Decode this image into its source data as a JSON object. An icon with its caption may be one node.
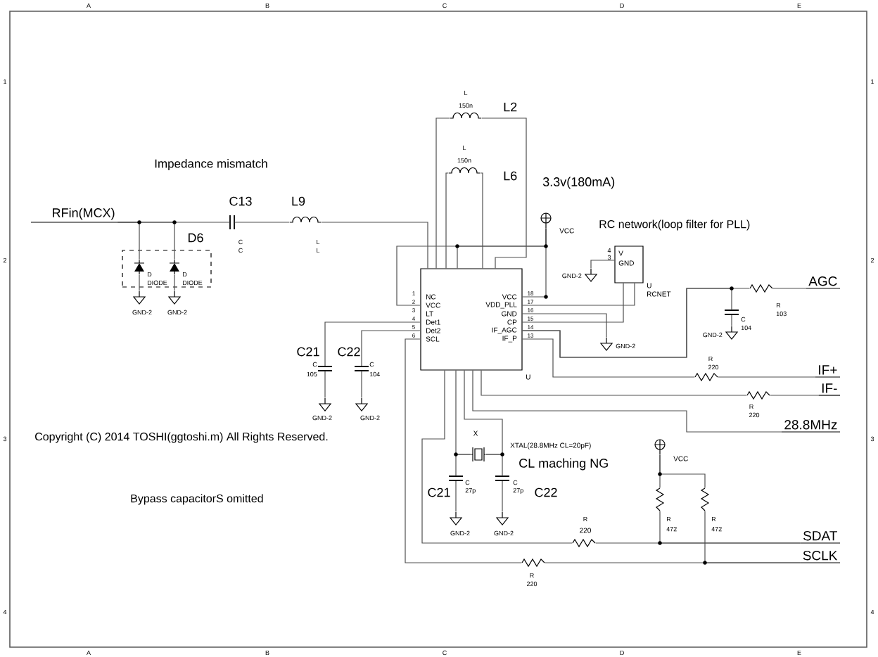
{
  "diagram": {
    "nodes": [
      {
        "text": [
          "RFin(MCX)"
        ]
      },
      {
        "text": [
          "D6"
        ]
      },
      {
        "text": [
          "D",
          "DIODE"
        ],
        "in": 1
      },
      {
        "text": [
          "D",
          "DIODE"
        ],
        "in": 1
      },
      {
        "text": [
          "C13",
          "C",
          "C"
        ]
      },
      {
        "text": [
          "L9",
          "L",
          "L"
        ]
      },
      {
        "text": [
          "NC",
          "VCC",
          "LT",
          "Det1",
          "Det2",
          "SCL",
          "VCC",
          "VDD_PLL",
          "GND",
          "CP",
          "IF_AGC",
          "IF_P",
          "U"
        ]
      },
      {
        "text": [
          "L",
          "150n",
          "L2"
        ]
      },
      {
        "text": [
          "L",
          "150n",
          "L6"
        ]
      },
      {
        "text": [
          "C21",
          "C",
          "105"
        ]
      },
      {
        "text": [
          "C22",
          "C",
          "104"
        ]
      },
      {
        "text": [
          "V",
          "GND",
          "U",
          "RCNET"
        ],
        "beside": [
          "4",
          "3"
        ]
      },
      {
        "text": [
          "C",
          "104"
        ]
      },
      {
        "text": [
          "R",
          "103"
        ]
      },
      {
        "text": [
          "R",
          "220"
        ]
      },
      {
        "text": [
          "R",
          "220"
        ]
      },
      {
        "text": [
          "X",
          "XTAL(28.8MHz CL=20pF)"
        ]
      },
      {
        "text": [
          "C21",
          "C",
          "27p"
        ]
      },
      {
        "text": [
          "C22",
          "C",
          "27p"
        ]
      },
      {
        "text": [
          "R",
          "220"
        ]
      },
      {
        "text": [
          "R",
          "220"
        ]
      },
      {
        "text": [
          "R",
          "472"
        ]
      },
      {
        "text": [
          "R",
          "472"
        ]
      },
      {
        "text": [
          "AGC"
        ]
      },
      {
        "text": [
          "IF+"
        ]
      },
      {
        "text": [
          "IF-"
        ]
      },
      {
        "text": [
          "28.8MHz"
        ]
      },
      {
        "text": [
          "SDAT"
        ]
      },
      {
        "text": [
          "SCLK"
        ]
      },
      {
        "text": [
          "VCC"
        ]
      },
      {
        "text": [
          "VCC"
        ]
      },
      {
        "text": [
          "GND-2"
        ]
      },
      {
        "text": [
          "GND-2"
        ]
      },
      {
        "text": [
          "GND-2"
        ]
      },
      {
        "text": [
          "GND-2"
        ]
      },
      {
        "text": [
          "GND-2"
        ]
      },
      {
        "text": [
          "GND-2"
        ]
      },
      {
        "text": [
          "GND-2"
        ]
      },
      {
        "text": [
          "GND-2"
        ]
      },
      {
        "text": [
          "GND-2"
        ]
      }
    ],
    "edges": [
      {
        "from": 0,
        "to": 2,
        "arrow": "none"
      },
      {
        "from": 0,
        "to": 3,
        "arrow": "none"
      },
      {
        "from": 0,
        "to": 4,
        "arrow": "none"
      },
      {
        "from": 2,
        "to": 31,
        "arrow": "none"
      },
      {
        "from": 3,
        "to": 32,
        "arrow": "none"
      },
      {
        "from": 4,
        "to": 5,
        "arrow": "none"
      },
      {
        "from": 5,
        "to": 6,
        "arrow": "none"
      },
      {
        "from": 7,
        "to": 6,
        "arrow": "none"
      },
      {
        "from": 7,
        "to": 6,
        "arrow": "none"
      },
      {
        "from": 8,
        "to": 6,
        "arrow": "none"
      },
      {
        "from": 8,
        "to": 6,
        "arrow": "none"
      },
      {
        "from": 29,
        "to": 6,
        "arrow": "none"
      },
      {
        "from": 29,
        "to": 6,
        "arrow": "none"
      },
      {
        "from": 29,
        "to": 6,
        "arrow": "none"
      },
      {
        "from": 11,
        "to": 6,
        "arrow": "none"
      },
      {
        "from": 11,
        "to": 6,
        "arrow": "none"
      },
      {
        "from": 6,
        "to": 36,
        "arrow": "none"
      },
      {
        "from": 11,
        "to": 35,
        "arrow": "none"
      },
      {
        "from": 6,
        "to": 12,
        "arrow": "none"
      },
      {
        "from": 6,
        "to": 13,
        "arrow": "none"
      },
      {
        "from": 13,
        "to": 23,
        "arrow": "none"
      },
      {
        "from": 12,
        "to": 37,
        "arrow": "none"
      },
      {
        "from": 6,
        "to": 14,
        "arrow": "none"
      },
      {
        "from": 14,
        "to": 24,
        "arrow": "none"
      },
      {
        "from": 6,
        "to": 15,
        "arrow": "none"
      },
      {
        "from": 15,
        "to": 25,
        "arrow": "none"
      },
      {
        "from": 6,
        "to": 26,
        "arrow": "none"
      },
      {
        "from": 6,
        "to": 16,
        "arrow": "none"
      },
      {
        "from": 6,
        "to": 16,
        "arrow": "none"
      },
      {
        "from": 16,
        "to": 17,
        "arrow": "none"
      },
      {
        "from": 16,
        "to": 18,
        "arrow": "none"
      },
      {
        "from": 17,
        "to": 38,
        "arrow": "none"
      },
      {
        "from": 18,
        "to": 39,
        "arrow": "none"
      },
      {
        "from": 6,
        "to": 19,
        "arrow": "none"
      },
      {
        "from": 19,
        "to": 27,
        "arrow": "none"
      },
      {
        "from": 6,
        "to": 20,
        "arrow": "none"
      },
      {
        "from": 20,
        "to": 28,
        "arrow": "none"
      },
      {
        "from": 30,
        "to": 21,
        "arrow": "none"
      },
      {
        "from": 30,
        "to": 22,
        "arrow": "none"
      },
      {
        "from": 21,
        "to": 27,
        "arrow": "none"
      },
      {
        "from": 22,
        "to": 28,
        "arrow": "none"
      },
      {
        "from": 6,
        "to": 9,
        "arrow": "none"
      },
      {
        "from": 6,
        "to": 10,
        "arrow": "none"
      },
      {
        "from": 9,
        "to": 33,
        "arrow": "none"
      },
      {
        "from": 10,
        "to": 34,
        "arrow": "none"
      }
    ],
    "labels": [
      "A",
      "B",
      "C",
      "D",
      "E",
      "1",
      "1",
      "Impedance mismatch",
      "3.3v(180mA)",
      "RC network(loop filter for PLL)",
      "2",
      "2",
      "1",
      "2",
      "3",
      "4",
      "5",
      "6",
      "18",
      "17",
      "16",
      "15",
      "14",
      "13",
      "Copyright (C) 2014 TOSHI(ggtoshi.m) All Rights Reserved.",
      "3",
      "3",
      "CL maching NG",
      "Bypass capacitorS omitted",
      "4",
      "4",
      "A",
      "B",
      "C",
      "D",
      "E"
    ]
  }
}
